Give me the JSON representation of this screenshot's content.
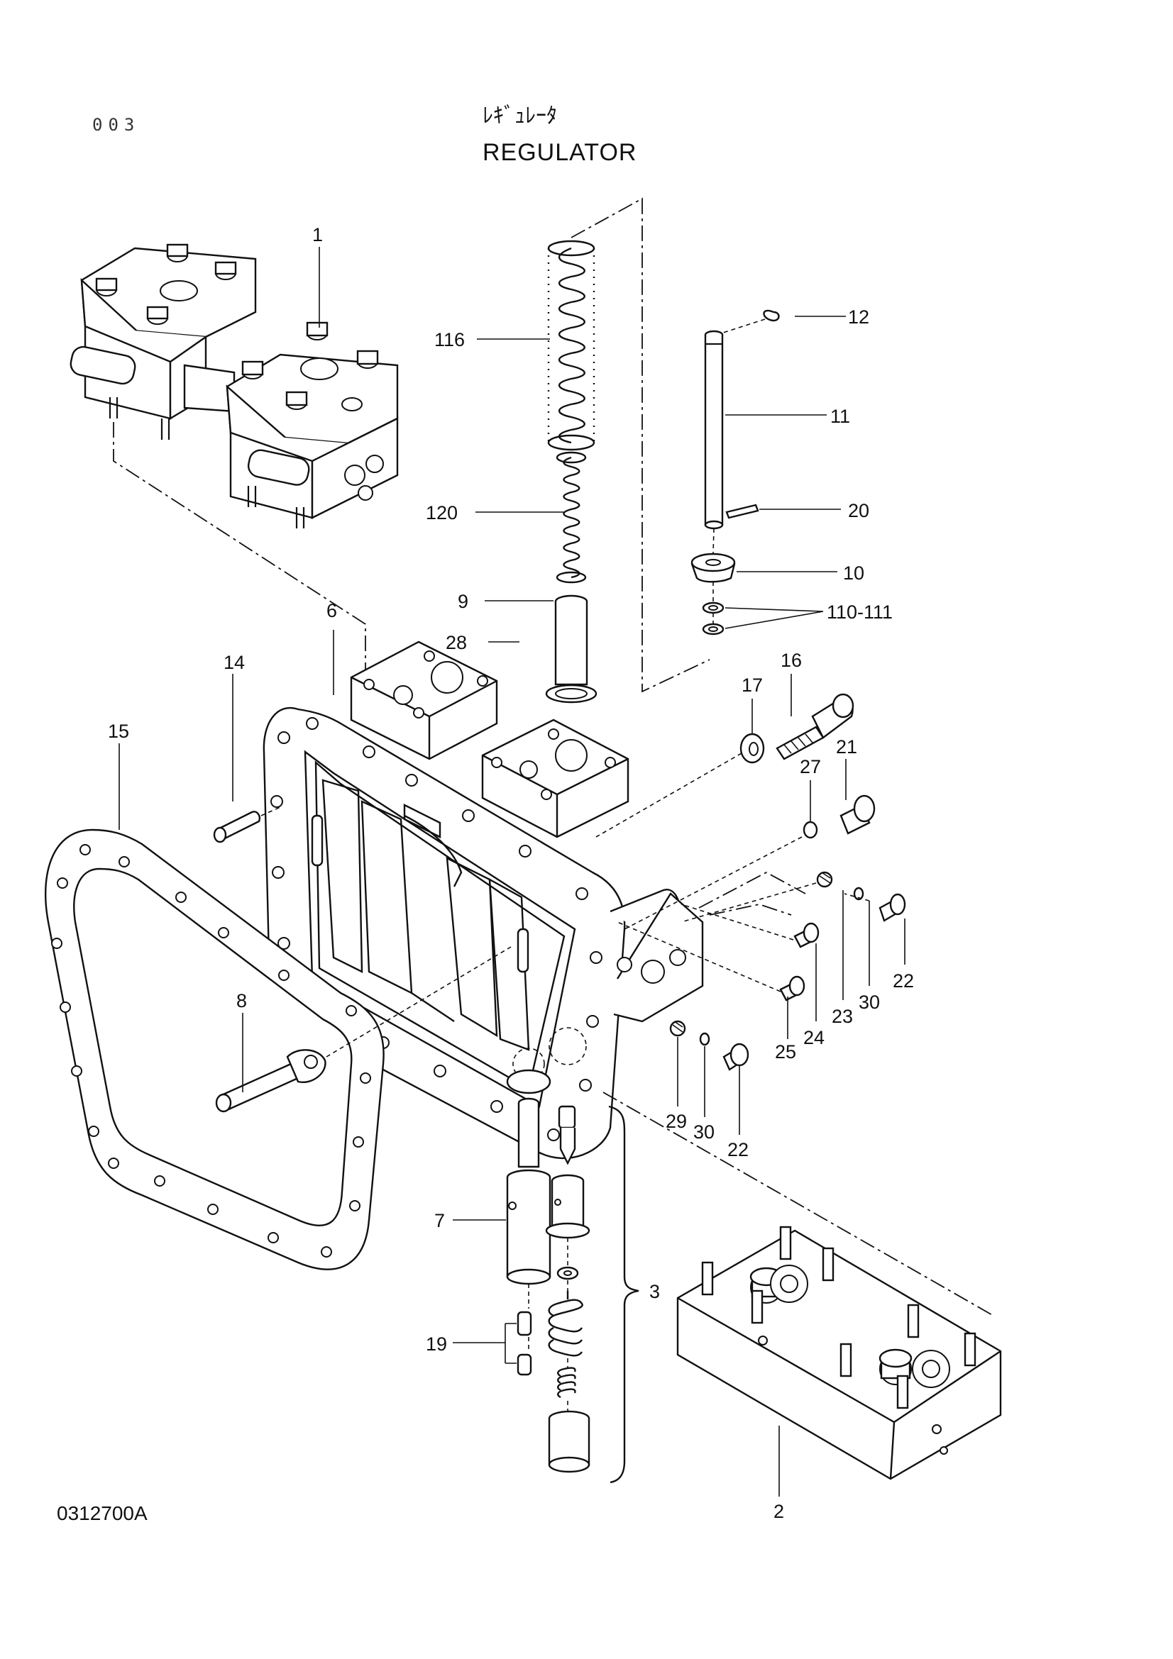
{
  "page_number": "003",
  "title_jp": "ﾚｷﾞｭﾚｰﾀ",
  "title_en": "REGULATOR",
  "drawing_code": "0312700A",
  "callouts": {
    "c1": "1",
    "c116": "116",
    "c12": "12",
    "c11": "11",
    "c20": "20",
    "c120": "120",
    "c10": "10",
    "c9": "9",
    "c110_111": "110-111",
    "c6": "6",
    "c28": "28",
    "c14": "14",
    "c17": "17",
    "c16": "16",
    "c15": "15",
    "c27": "27",
    "c21": "21",
    "c22a": "22",
    "c30a": "30",
    "c23": "23",
    "c24": "24",
    "c25": "25",
    "c8": "8",
    "c29": "29",
    "c30b": "30",
    "c22b": "22",
    "c7": "7",
    "c3": "3",
    "c19": "19",
    "c2": "2"
  }
}
